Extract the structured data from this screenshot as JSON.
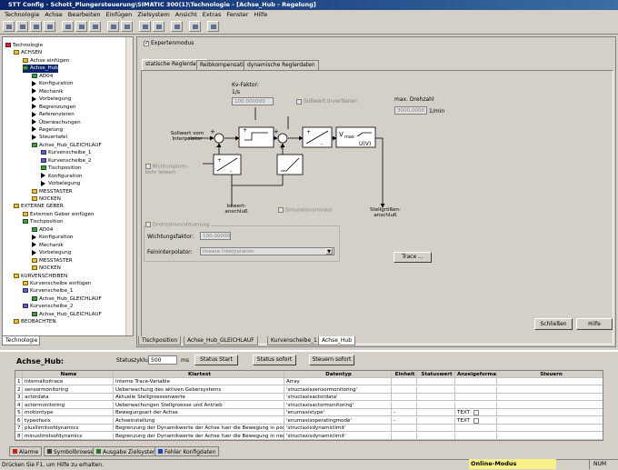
{
  "window": {
    "title": "STT Config - Schott_Plungersteuerung\\SIMATIC 300(1)\\Technologie - [Achse_Hub - Regelung]"
  },
  "menu": [
    "Technologie",
    "Achse",
    "Bearbeiten",
    "Einfügen",
    "Zielsystem",
    "Ansicht",
    "Extras",
    "Fenster",
    "Hilfe"
  ],
  "tree": {
    "items": [
      {
        "label": "Technologie",
        "level": 0,
        "icon": "tech-icon"
      },
      {
        "label": "ACHSEN",
        "level": 1,
        "icon": "folder-icon"
      },
      {
        "label": "Achse einfügen",
        "level": 2,
        "icon": "insert-icon"
      },
      {
        "label": "Achse_Hub",
        "level": 2,
        "icon": "axis-icon",
        "selected": true
      },
      {
        "label": "AD04",
        "level": 3,
        "icon": "axis-icon"
      },
      {
        "label": "Konfiguration",
        "level": 3,
        "icon": "arrow-icon"
      },
      {
        "label": "Mechanik",
        "level": 3,
        "icon": "arrow-icon"
      },
      {
        "label": "Vorbelegung",
        "level": 3,
        "icon": "arrow-icon"
      },
      {
        "label": "Begrenzungen",
        "level": 3,
        "icon": "arrow-icon"
      },
      {
        "label": "Referenzieren",
        "level": 3,
        "icon": "arrow-icon"
      },
      {
        "label": "Überwachungen",
        "level": 3,
        "icon": "arrow-icon"
      },
      {
        "label": "Regelung",
        "level": 3,
        "icon": "arrow-icon"
      },
      {
        "label": "Steuertafel",
        "level": 3,
        "icon": "arrow-icon"
      },
      {
        "label": "Achse_Hub_GLEICHLAUF",
        "level": 3,
        "icon": "axis-icon"
      },
      {
        "label": "Kurvenscheibe_1",
        "level": 4,
        "icon": "cam-icon"
      },
      {
        "label": "Kurvenscheibe_2",
        "level": 4,
        "icon": "cam-icon"
      },
      {
        "label": "Tischposition",
        "level": 4,
        "icon": "axis-icon"
      },
      {
        "label": "Konfiguration",
        "level": 4,
        "icon": "arrow-icon"
      },
      {
        "label": "Vorbelegung",
        "level": 4,
        "icon": "arrow-icon"
      },
      {
        "label": "MESSTASTER",
        "level": 3,
        "icon": "folder-icon"
      },
      {
        "label": "NOCKEN",
        "level": 3,
        "icon": "folder-icon"
      },
      {
        "label": "EXTERNE GEBER",
        "level": 1,
        "icon": "folder-icon"
      },
      {
        "label": "Externen Geber einfügen",
        "level": 2,
        "icon": "insert-icon"
      },
      {
        "label": "Tischposition",
        "level": 2,
        "icon": "axis-icon"
      },
      {
        "label": "AD04",
        "level": 3,
        "icon": "axis-icon"
      },
      {
        "label": "Konfiguration",
        "level": 3,
        "icon": "arrow-icon"
      },
      {
        "label": "Mechanik",
        "level": 3,
        "icon": "arrow-icon"
      },
      {
        "label": "Vorbelegung",
        "level": 3,
        "icon": "arrow-icon"
      },
      {
        "label": "MESSTASTER",
        "level": 3,
        "icon": "folder-icon"
      },
      {
        "label": "NOCKEN",
        "level": 3,
        "icon": "folder-icon"
      },
      {
        "label": "KURVENSCHEIBEN",
        "level": 1,
        "icon": "folder-icon"
      },
      {
        "label": "Kurvenscheibe einfügen",
        "level": 2,
        "icon": "insert-icon"
      },
      {
        "label": "Kurvenscheibe_1",
        "level": 2,
        "icon": "cam-icon"
      },
      {
        "label": "Achse_Hub_GLEICHLAUF",
        "level": 3,
        "icon": "axis-icon"
      },
      {
        "label": "Kurvenscheibe_2",
        "level": 2,
        "icon": "cam-icon"
      },
      {
        "label": "Achse_Hub_GLEICHLAUF",
        "level": 3,
        "icon": "axis-icon"
      },
      {
        "label": "BEOBACHTEN",
        "level": 1,
        "icon": "folder-icon"
      }
    ],
    "tab": "Technologie"
  },
  "regelung": {
    "expertenmodus": "Expertenmodus",
    "tabs": [
      "statische Reglerdaten",
      "Reibkompensation",
      "dynamische Reglerdaten"
    ],
    "kv_label": "Kv-Faktor:",
    "kv_unit": "1/s",
    "kv_value": "100.000000",
    "sollwert_invertieren": "Sollwert invertieren",
    "max_drehzahl_label": "max. Drehzahl",
    "max_drehzahl_value": "3000.0000",
    "max_drehzahl_unit": "1/min",
    "sollwert_vom_interpolator": "Sollwert vom\nInterpolator",
    "richtungsumkehr": "Richtungsum-\nkehr Istwert",
    "istwertanschluss": "Istwert-\nanschluß",
    "simulationsmodus": "Simulationsmodus",
    "stellgroessenanschluss": "Stellgrößen-\nanschluß",
    "vmax": "V",
    "vmax_sub": "max",
    "uv": "U(V)",
    "drehzahlvorsteuerung": "Drehzahlvorsteuerung",
    "wichtungsfaktor_label": "Wichtungsfaktor:",
    "wichtungsfaktor_value": "100.00000",
    "feininterpolator_label": "Feininterpolator:",
    "feininterpolator_value": "lineare Interpolation",
    "trace_button": "Trace ...",
    "schliessen_button": "Schließen",
    "hilfe_button": "Hilfe"
  },
  "doc_tabs": [
    "Tischposition",
    "Achse_Hub_GLEICHLAUF",
    "Kurvenscheibe_1",
    "Achse_Hub"
  ],
  "lower": {
    "title": "Achse_Hub:",
    "statuszyklus_label": "Statuszyklus:",
    "statuszyklus_value": "500",
    "statuszyklus_unit": "ms",
    "status_start": "Status Start",
    "status_sofort": "Status sofort",
    "steuern_sofort": "Steuern sofort",
    "columns": [
      "Name",
      "Klartext",
      "Datentyp",
      "Einheit",
      "Statuswert",
      "Anzeigeformat",
      "Steuern"
    ],
    "rows": [
      {
        "n": "1",
        "name": "internaltoitrace",
        "klartext": "Interne Trace-Variable",
        "typ": "Array",
        "einheit": "",
        "fmt": ""
      },
      {
        "n": "2",
        "name": "sensormonitoring",
        "klartext": "Ueberwachung des aktiven Gebersystems",
        "typ": "'structaxissensormonitoring'",
        "einheit": "",
        "fmt": ""
      },
      {
        "n": "3",
        "name": "actordata",
        "klartext": "Aktuelle Stellgroessenwerte",
        "typ": "'structaxisactordata'",
        "einheit": "",
        "fmt": ""
      },
      {
        "n": "4",
        "name": "actormonitoring",
        "klartext": "Ueberwachungen Stellgroesse und Antrieb",
        "typ": "'structaxisactormonitoring'",
        "einheit": "",
        "fmt": ""
      },
      {
        "n": "5",
        "name": "motiontype",
        "klartext": "Bewegungsart der Achse",
        "typ": "'enumaxistype'",
        "einheit": "-",
        "fmt": "TEXT"
      },
      {
        "n": "6",
        "name": "typeofaxis",
        "klartext": "Achseinstellung",
        "typ": "'enumaxisoperatingmode'",
        "einheit": "-",
        "fmt": "TEXT"
      },
      {
        "n": "7",
        "name": "plusllimitsofdynamics",
        "klartext": "Begrenzung der Dynamikwerte der Achse fuer die Bewegung in positiver Richtung",
        "typ": "'structaxisdynamiclimit'",
        "einheit": "",
        "fmt": ""
      },
      {
        "n": "8",
        "name": "minuslimitsofdynamics",
        "klartext": "Begrenzung der Dynamikwerte der Achse fuer die Bewegung in negativer Richtung",
        "typ": "'structaxisdynamiclimit'",
        "einheit": "",
        "fmt": ""
      }
    ]
  },
  "bottom_tabs": [
    "Alarme",
    "Symbolbrowser",
    "Ausgabe Zielsystem",
    "Fehler Konfigdaten"
  ],
  "status": {
    "help": "Drücken Sie F1, um Hilfe zu erhalten.",
    "online": "Online-Modus",
    "num": "NUM"
  }
}
